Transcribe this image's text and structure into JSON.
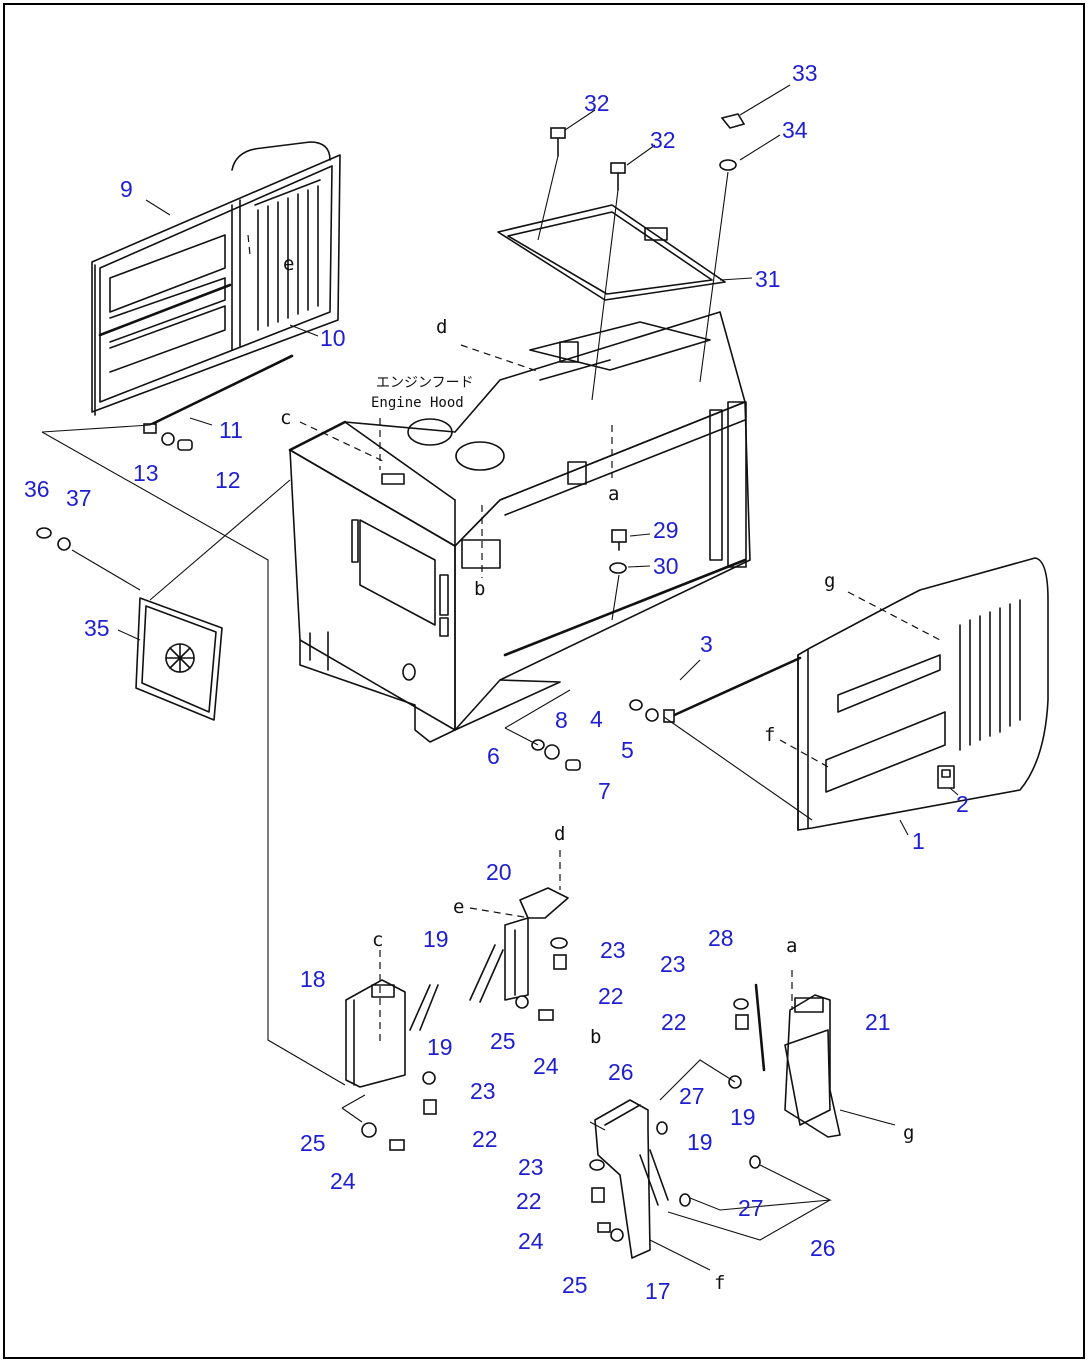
{
  "hood_label": {
    "jp": "エンジンフード",
    "en": "Engine Hood"
  },
  "callouts": [
    "1",
    "2",
    "3",
    "4",
    "5",
    "6",
    "7",
    "8",
    "9",
    "10",
    "11",
    "12",
    "13",
    "17",
    "18",
    "19",
    "20",
    "21",
    "22",
    "23",
    "24",
    "25",
    "26",
    "27",
    "28",
    "29",
    "30",
    "31",
    "32",
    "33",
    "34",
    "35",
    "36",
    "37"
  ],
  "reference_letters": [
    "a",
    "b",
    "c",
    "d",
    "e",
    "f",
    "g"
  ],
  "colors": {
    "callout": "#1e1ed2",
    "line": "#111111",
    "background": "#ffffff"
  }
}
